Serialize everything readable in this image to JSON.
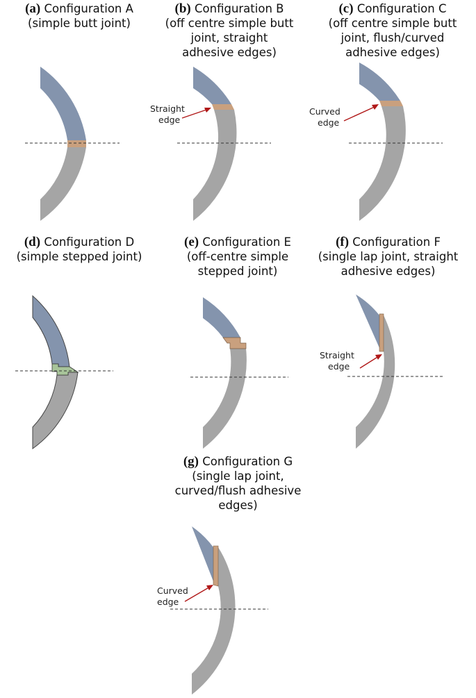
{
  "panels": {
    "a": {
      "letter": "(a)",
      "title": "Configuration A",
      "sub": [
        "(simple butt joint)"
      ]
    },
    "b": {
      "letter": "(b)",
      "title": "Configuration B",
      "sub": [
        "(off centre simple butt",
        "joint, straight",
        "adhesive edges)"
      ],
      "callout": [
        "Straight",
        "edge"
      ]
    },
    "c": {
      "letter": "(c)",
      "title": "Configuration C",
      "sub": [
        "(off centre simple butt",
        "joint, flush/curved",
        "adhesive edges)"
      ],
      "callout": [
        "Curved",
        "edge"
      ]
    },
    "d": {
      "letter": "(d)",
      "title": "Configuration D",
      "sub": [
        "(simple stepped joint)"
      ]
    },
    "e": {
      "letter": "(e)",
      "title": "Configuration E",
      "sub": [
        "(off-centre simple",
        "stepped joint)"
      ]
    },
    "f": {
      "letter": "(f)",
      "title": "Configuration F",
      "sub": [
        "(single lap joint, straight",
        "adhesive edges)"
      ],
      "callout": [
        "Straight",
        "edge"
      ]
    },
    "g": {
      "letter": "(g)",
      "title": "Configuration G",
      "sub": [
        "(single lap joint,",
        "curved/flush adhesive",
        "edges)"
      ],
      "callout": [
        "Curved",
        "edge"
      ]
    }
  },
  "colors": {
    "blue_part": "#8494ad",
    "grey_part": "#a5a5a5",
    "adhesive": "#c9a07e",
    "adhesive_green": "#a8c49a",
    "arrow": "#b01818",
    "outline": "#444444"
  }
}
